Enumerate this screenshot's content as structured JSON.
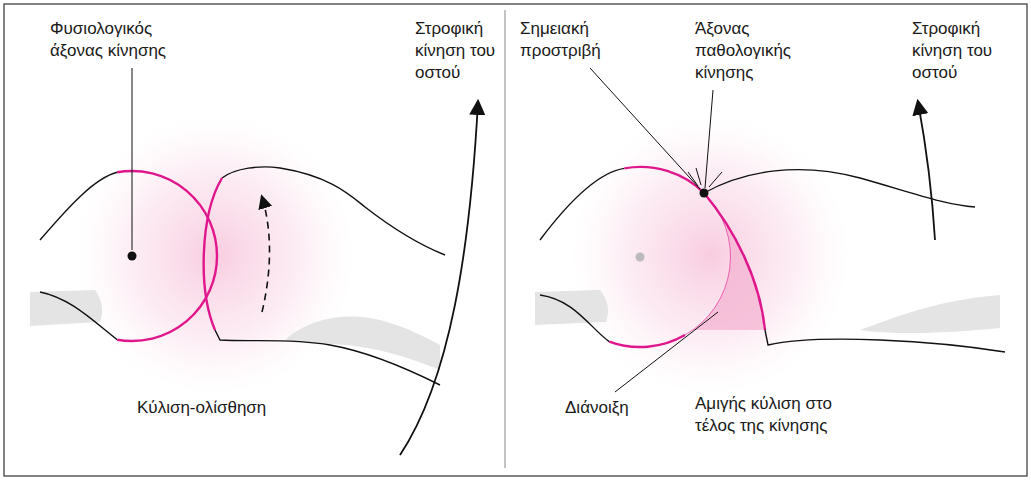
{
  "diagram": {
    "labels": [
      "Φυσιολογικός άξονας κίνησης",
      "Στροφική κίνηση του οστού",
      "Κύλιση-ολίσθηση",
      "Σημειακή προστριβή",
      "Άξονας παθολογικής κίνησης",
      "Στροφική κίνηση του οστού",
      "Διάνοιξη",
      "Αμιγής κύλιση στο τέλος της κίνησης"
    ]
  }
}
